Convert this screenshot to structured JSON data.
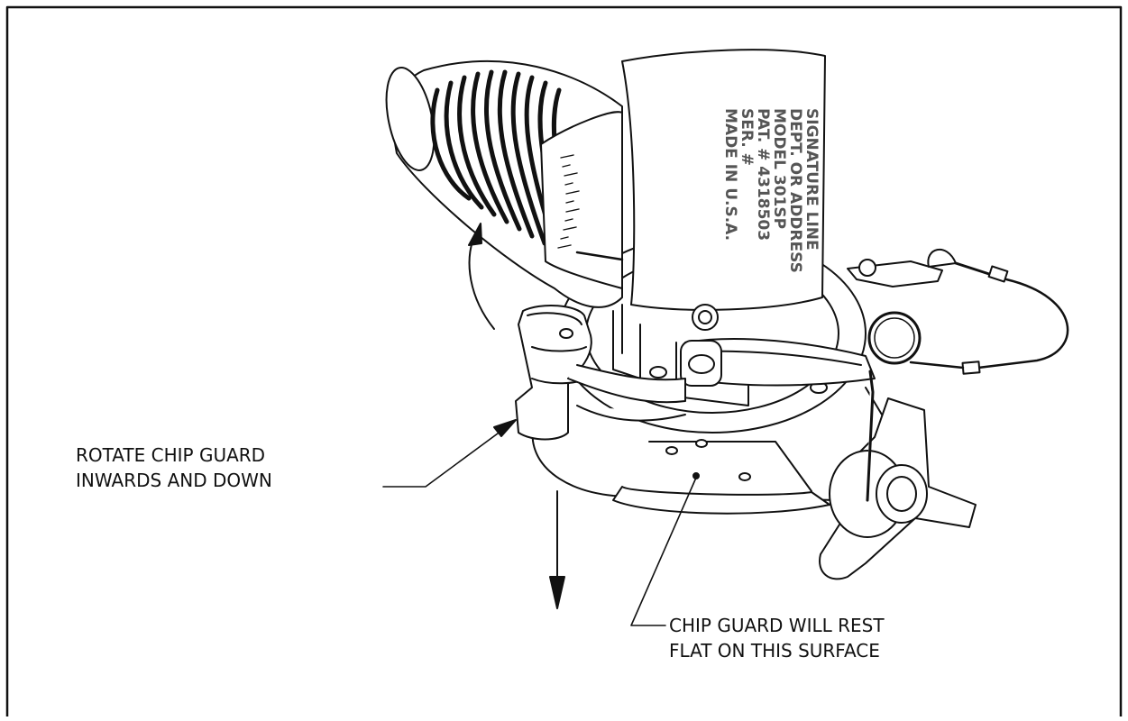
{
  "callouts": {
    "rotate": [
      "ROTATE CHIP GUARD",
      "INWARDS AND DOWN"
    ],
    "rest": [
      "CHIP GUARD WILL REST",
      "FLAT ON THIS SURFACE"
    ]
  },
  "nameplate": [
    "SIGNATURE LINE",
    "DEPT. OR ADDRESS",
    "MODEL 301SP",
    "PAT. # 4318503",
    "SER. #",
    "MADE IN U.S.A."
  ],
  "colors": {
    "line": "#111111",
    "background": "#ffffff",
    "plate_text": "#555555"
  }
}
